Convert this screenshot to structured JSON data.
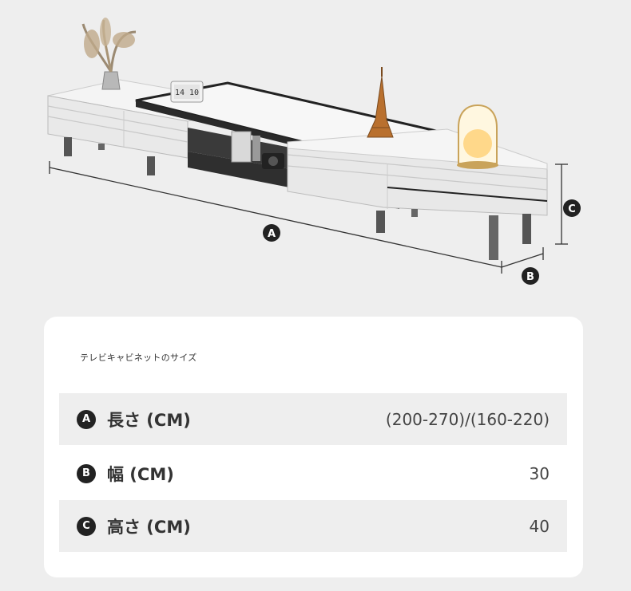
{
  "illustration": {
    "clock_text": "14 10",
    "dimension_markers": [
      "A",
      "B",
      "C"
    ]
  },
  "size_table": {
    "title": "テレビキャビネットのサイズ",
    "rows": [
      {
        "badge": "A",
        "label": "長さ (CM)",
        "value": "(200-270)/(160-220)"
      },
      {
        "badge": "B",
        "label": "幅 (CM)",
        "value": "30"
      },
      {
        "badge": "C",
        "label": "高さ (CM)",
        "value": "40"
      }
    ]
  }
}
